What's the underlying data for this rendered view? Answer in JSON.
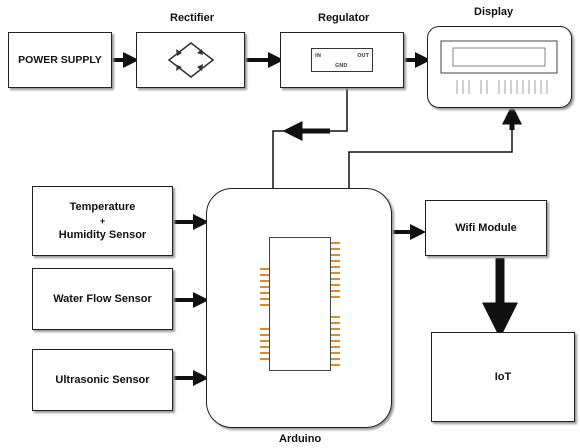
{
  "blocks": {
    "power_supply": "POWER SUPPLY",
    "rectifier": "Rectifier",
    "regulator": "Regulator",
    "display": "Display",
    "temp_line1": "Temperature",
    "temp_plus": "+",
    "temp_line2": "Humidity Sensor",
    "water_flow": "Water Flow Sensor",
    "ultrasonic": "Ultrasonic Sensor",
    "arduino": "Arduino",
    "wifi": "Wifi Module",
    "iot": "IoT"
  },
  "regulator_pins": {
    "in": "IN",
    "out": "OUT",
    "gnd": "GND"
  }
}
